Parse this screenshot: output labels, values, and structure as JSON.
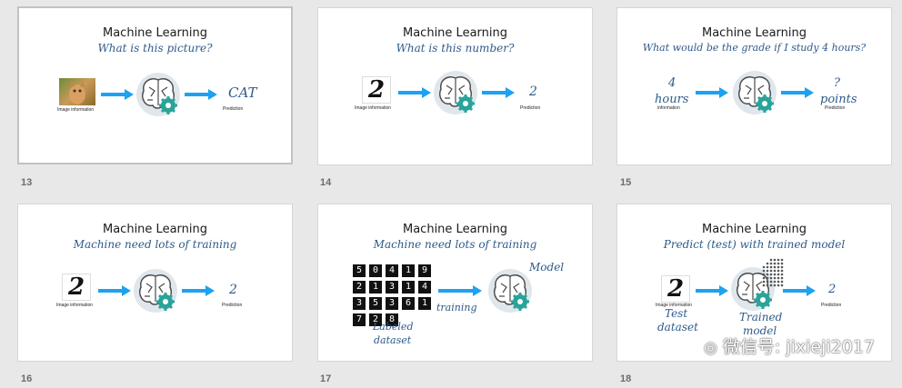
{
  "slides": [
    {
      "number": "13",
      "title": "Machine Learning",
      "subtitle": "What is this picture?",
      "input_caption": "Image information",
      "output": "CAT",
      "output_caption": "Prediction"
    },
    {
      "number": "14",
      "title": "Machine Learning",
      "subtitle": "What is this number?",
      "input_caption": "Image information",
      "output": "2",
      "output_caption": "Prediction"
    },
    {
      "number": "15",
      "title": "Machine Learning",
      "subtitle": "What would be the grade if I study 4 hours?",
      "input_value": "4",
      "input_unit": "hours",
      "input_caption": "information",
      "output": "?",
      "output_unit": "points",
      "output_caption": "Prediction"
    },
    {
      "number": "16",
      "title": "Machine Learning",
      "subtitle": "Machine need lots of training",
      "input_caption": "Image information",
      "output": "2",
      "output_caption": "Prediction"
    },
    {
      "number": "17",
      "title": "Machine Learning",
      "subtitle": "Machine need lots of training",
      "model_label": "Model",
      "arrow_label": "training",
      "dataset_label_1": "Labeled",
      "dataset_label_2": "dataset"
    },
    {
      "number": "18",
      "title": "Machine Learning",
      "subtitle": "Predict (test) with trained model",
      "input_caption": "Image information",
      "test_label_1": "Test",
      "test_label_2": "dataset",
      "model_label_1": "Trained",
      "model_label_2": "model",
      "output": "2",
      "output_caption": "Prediction"
    }
  ],
  "digit_glyph": "2",
  "dataset_digits": [
    "5",
    "0",
    "4",
    "1",
    "9",
    "2",
    "1",
    "3",
    "1",
    "4",
    "3",
    "5",
    "3",
    "6",
    "1",
    "7",
    "2",
    "8"
  ],
  "watermark": "微信号: jixieji2017",
  "colors": {
    "arrow": "#1da1f2",
    "brain_circle": "#dfe6ec",
    "gear": "#2aa39a",
    "subtitle": "#2d5a8a"
  }
}
